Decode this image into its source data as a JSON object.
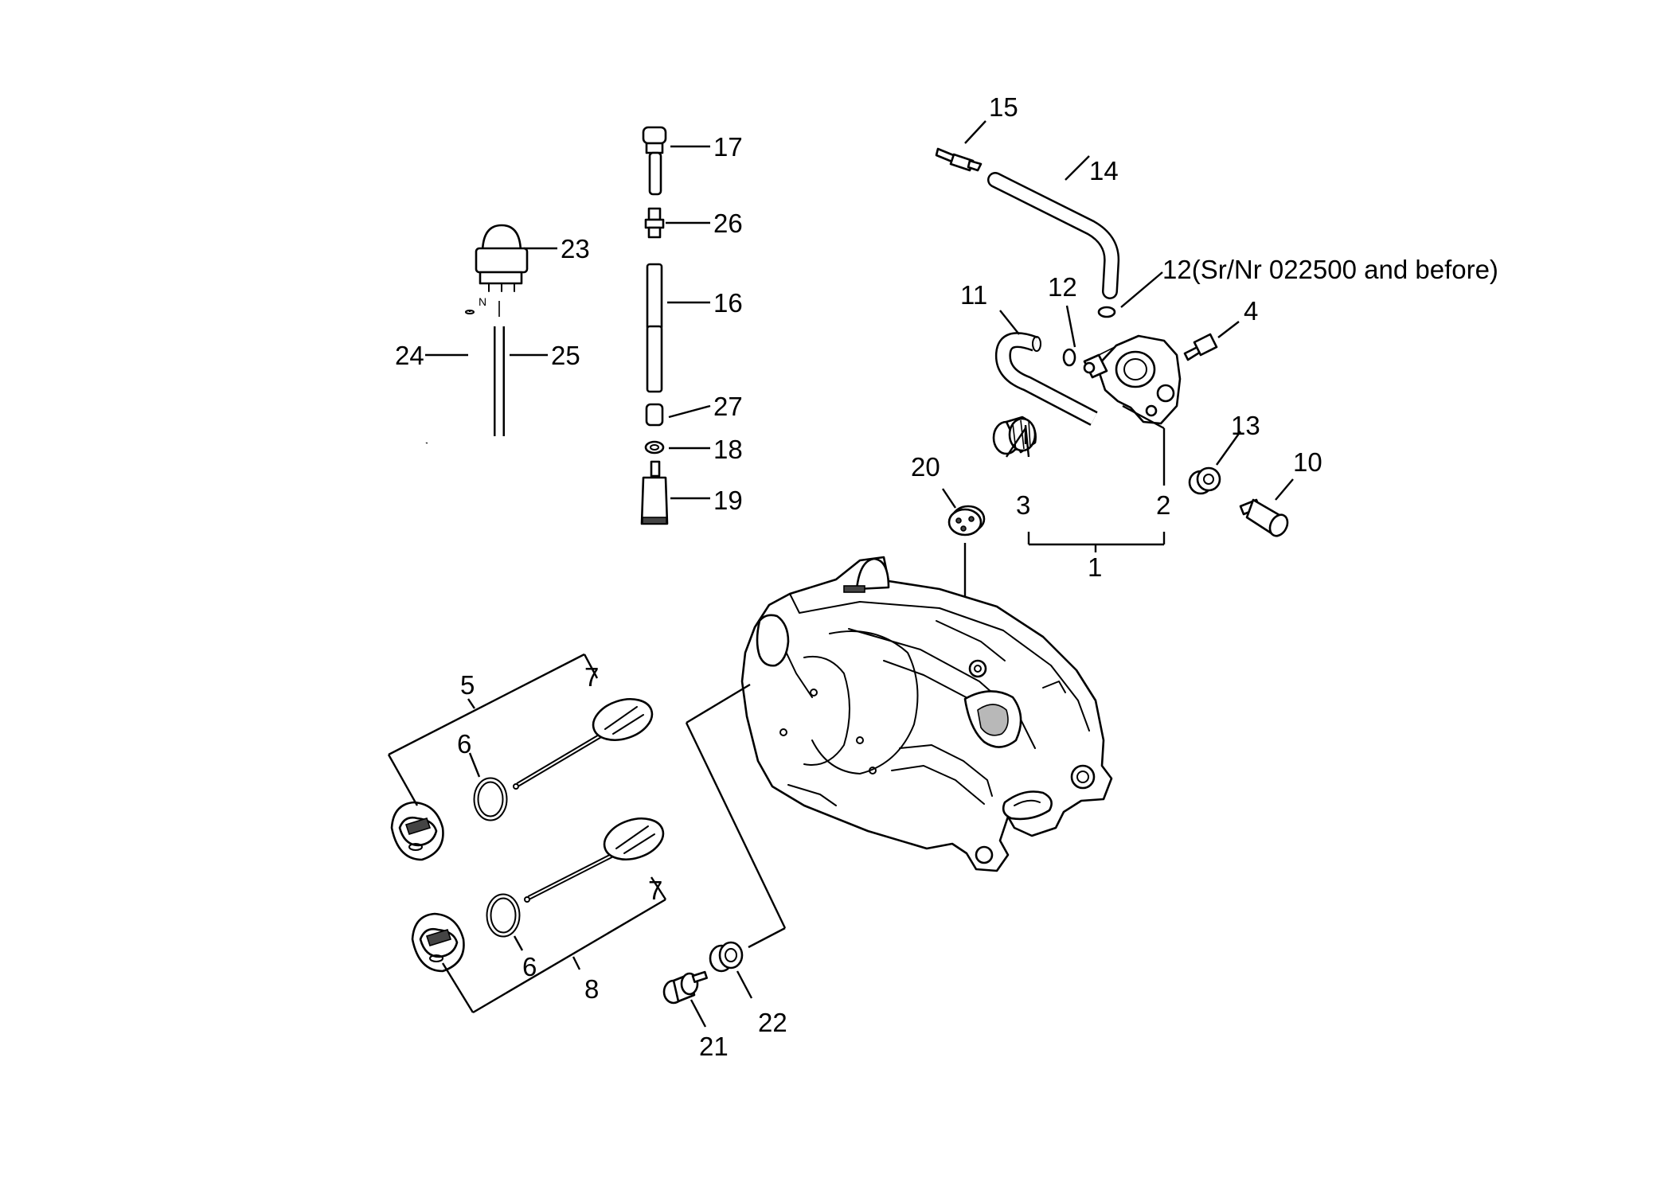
{
  "labels": {
    "n1": "1",
    "n2": "2",
    "n3": "3",
    "n4": "4",
    "n5": "5",
    "n6a": "6",
    "n6b": "6",
    "n7a": "7",
    "n7b": "7",
    "n8": "8",
    "n10": "10",
    "n11": "11",
    "n12": "12",
    "n12note": "12(Sr/Nr 022500 and before)",
    "n13": "13",
    "n14": "14",
    "n15": "15",
    "n16": "16",
    "n17": "17",
    "n18": "18",
    "n19": "19",
    "n20": "20",
    "n21": "21",
    "n22": "22",
    "n23": "23",
    "n24": "24",
    "n25": "25",
    "n26": "26",
    "n27": "27"
  }
}
